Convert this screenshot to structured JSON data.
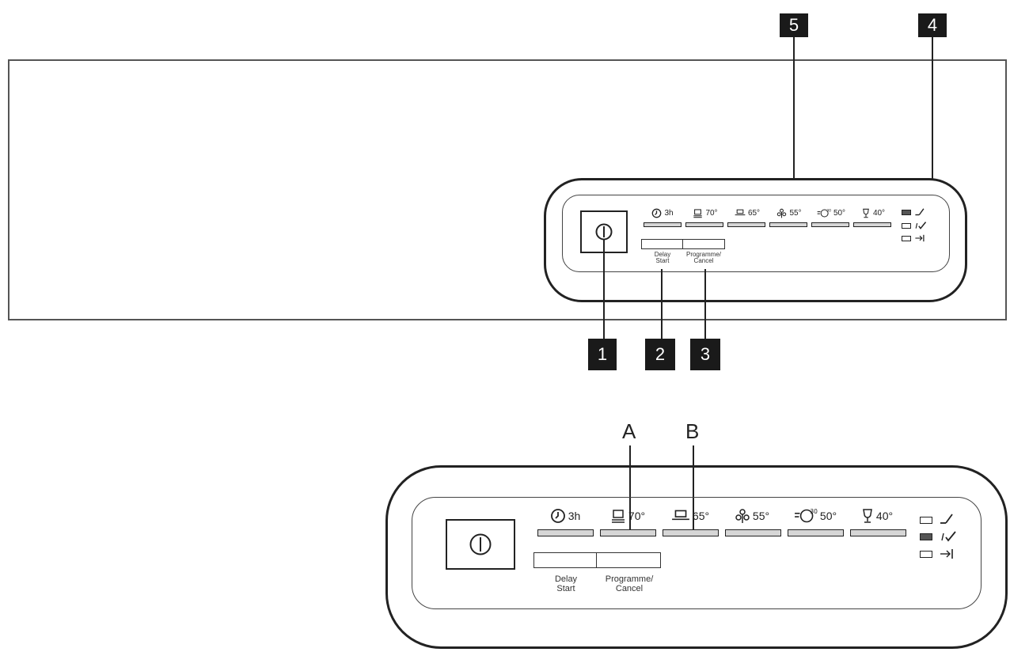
{
  "callouts": [
    "5",
    "4",
    "1",
    "2",
    "3"
  ],
  "letters": {
    "a": "A",
    "b": "B"
  },
  "buttons": {
    "delay_line1": "Delay",
    "delay_line2": "Start",
    "prog_line1": "Programme/",
    "prog_line2": "Cancel"
  },
  "programmes": [
    {
      "icon": "clock-icon",
      "label": "3h"
    },
    {
      "icon": "pot-icon",
      "label": "70°"
    },
    {
      "icon": "dish-icon",
      "label": "65°"
    },
    {
      "icon": "eco-icon",
      "label": "55°"
    },
    {
      "icon": "quick-icon",
      "label": "50°"
    },
    {
      "icon": "glass-icon",
      "label": "40°"
    }
  ],
  "indicators": [
    {
      "icon": "salt-icon",
      "state": "off"
    },
    {
      "icon": "rinse-aid-icon",
      "state": "on"
    },
    {
      "icon": "end-icon",
      "state": "off"
    }
  ],
  "colors": {
    "outline": "#222222",
    "bar_fill": "#d6d6d6",
    "callout_bg": "#1a1a1a"
  }
}
